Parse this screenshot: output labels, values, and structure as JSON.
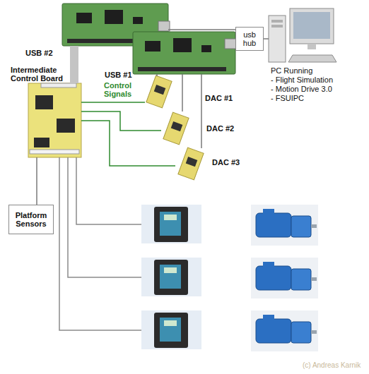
{
  "diagram": {
    "nodes": [
      {
        "text": [
          "USB #2"
        ]
      },
      {
        "text": [
          "USB #1"
        ]
      },
      {
        "text": [
          "usb hub"
        ]
      },
      {
        "text": [
          "PC Running",
          "- Flight Simulation",
          "- Motion Drive 3.0",
          "- FSUIPC"
        ]
      },
      {
        "text": [
          "Intermediate Control Board"
        ]
      },
      {
        "text": [
          "DAC #1"
        ]
      },
      {
        "text": [
          "DAC #2"
        ]
      },
      {
        "text": [
          "DAC #3"
        ]
      },
      {
        "text": [
          "Platform Sensors"
        ]
      }
    ],
    "edges": [
      {
        "from": 0,
        "to": 2,
        "arrow": "none"
      },
      {
        "from": 1,
        "to": 2,
        "arrow": "none"
      },
      {
        "from": 2,
        "to": 3,
        "arrow": "none"
      },
      {
        "from": 0,
        "to": 4,
        "arrow": "none"
      },
      {
        "from": 1,
        "to": 5,
        "arrow": "none"
      },
      {
        "from": 1,
        "to": 6,
        "arrow": "none"
      },
      {
        "from": 1,
        "to": 7,
        "arrow": "none"
      },
      {
        "from": 4,
        "to": 5,
        "arrow": "none"
      },
      {
        "from": 4,
        "to": 6,
        "arrow": "none"
      },
      {
        "from": 4,
        "to": 7,
        "arrow": "none"
      },
      {
        "from": 4,
        "to": 8,
        "arrow": "none"
      }
    ],
    "labels": [
      "Control Signals",
      "(c) Andreas Karnik"
    ]
  }
}
